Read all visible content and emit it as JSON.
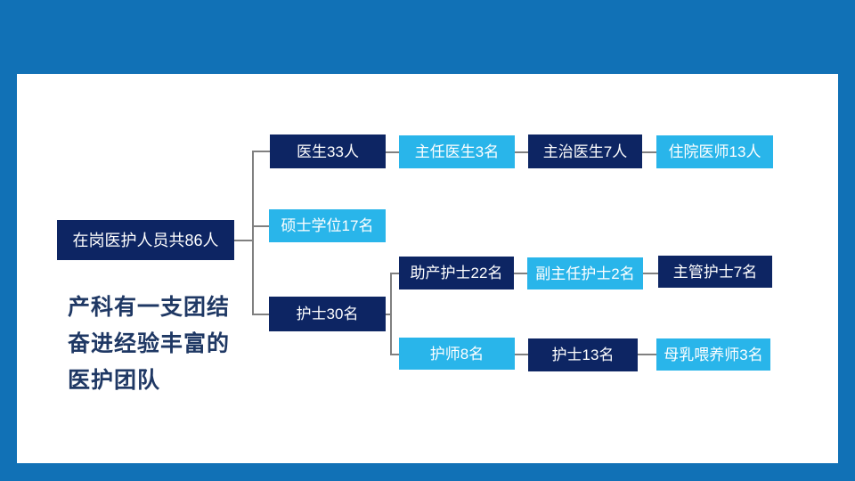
{
  "slide": {
    "caption": {
      "lines": [
        "产科有一支团结",
        "奋进经验丰富的",
        "医护团队"
      ]
    },
    "org_chart": {
      "root": {
        "label": "在岗医护人员共86人"
      },
      "nodes": {
        "doctors": {
          "label": "医生33人"
        },
        "chief_physician": {
          "label": "主任医生3名"
        },
        "attending_physician": {
          "label": "主治医生7人"
        },
        "resident_physician": {
          "label": "住院医师13人"
        },
        "masters_degree": {
          "label": "硕士学位17名"
        },
        "nurses": {
          "label": "护士30名"
        },
        "midwife_nurses": {
          "label": "助产护士22名"
        },
        "deputy_chief_nurses": {
          "label": "副主任护士2名"
        },
        "charge_nurses": {
          "label": "主管护士7名"
        },
        "nurse_practitioners": {
          "label": "护师8名"
        },
        "nurses_13": {
          "label": "护士13名"
        },
        "lactation_consultants": {
          "label": "母乳喂养师3名"
        }
      }
    },
    "colors": {
      "frame_blue": "#1171b6",
      "dark_navy": "#0d2563",
      "light_blue": "#29b5ea",
      "connector_gray": "#808080",
      "caption_navy": "#1f3864",
      "panel_white": "#ffffff"
    }
  }
}
